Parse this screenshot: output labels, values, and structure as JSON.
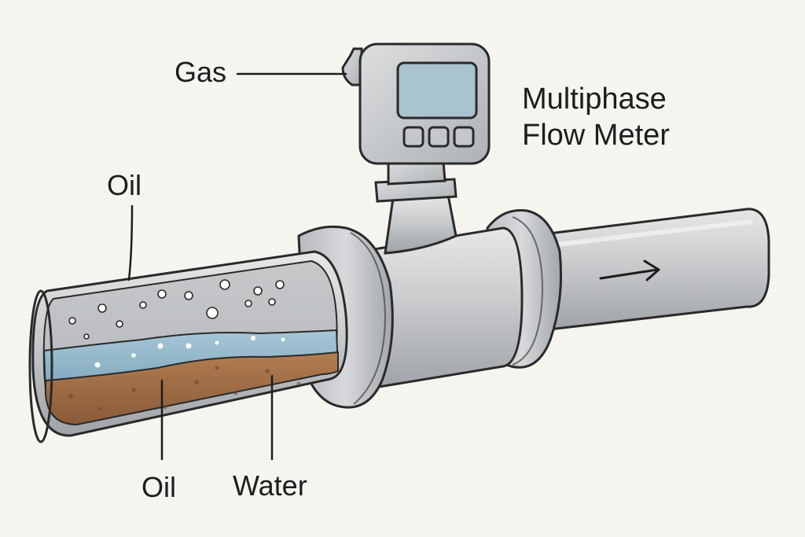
{
  "labels": {
    "gas": "Gas",
    "oil_top": "Oil",
    "oil_bottom": "Oil",
    "water": "Water",
    "meter_title_line1": "Multiphase",
    "meter_title_line2": "Flow Meter"
  },
  "colors": {
    "background": "#f6f4ef",
    "outline": "#2a2a2a",
    "pipe_light": "#d5d7d9",
    "pipe_mid": "#b9bcbf",
    "pipe_dark": "#9a9ea2",
    "oil_layer": "#a06e46",
    "water_layer": "#8fb4c9",
    "screen": "#a9c3cf",
    "bubble": "#ffffff"
  },
  "icons": {
    "flow_direction": "arrow-right-icon"
  }
}
